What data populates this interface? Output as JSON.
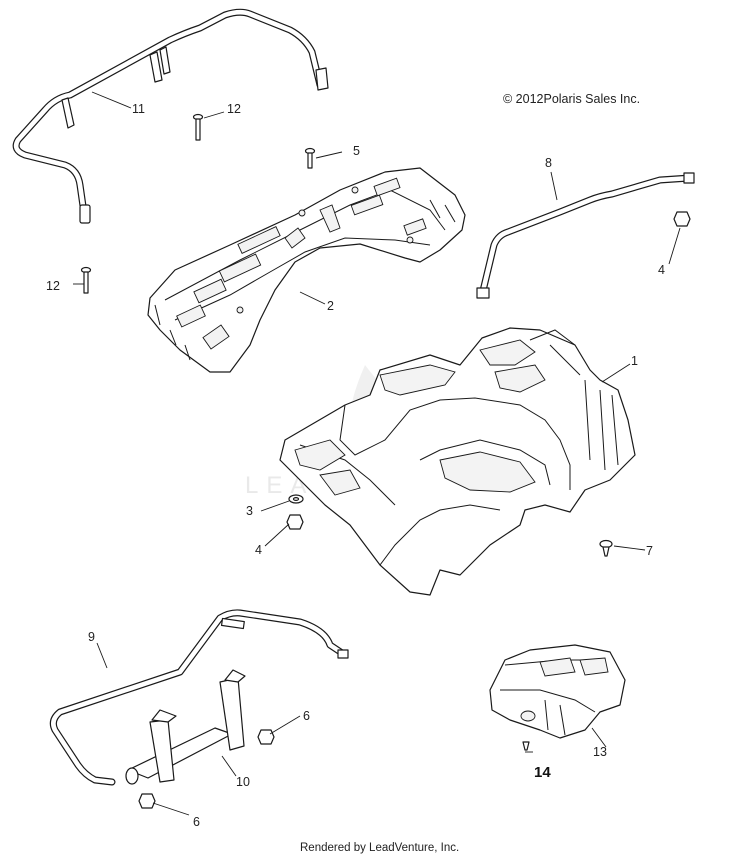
{
  "copyright": "© 2012Polaris Sales Inc.",
  "footer": "Rendered by LeadVenture, Inc.",
  "watermark": "LEADVENTURE",
  "callouts": {
    "c1": "1",
    "c2": "2",
    "c3": "3",
    "c4a": "4",
    "c4b": "4",
    "c5": "5",
    "c6a": "6",
    "c6b": "6",
    "c7": "7",
    "c8": "8",
    "c9": "9",
    "c10": "10",
    "c11": "11",
    "c12a": "12",
    "c12b": "12",
    "c13": "13",
    "c14": "14"
  }
}
